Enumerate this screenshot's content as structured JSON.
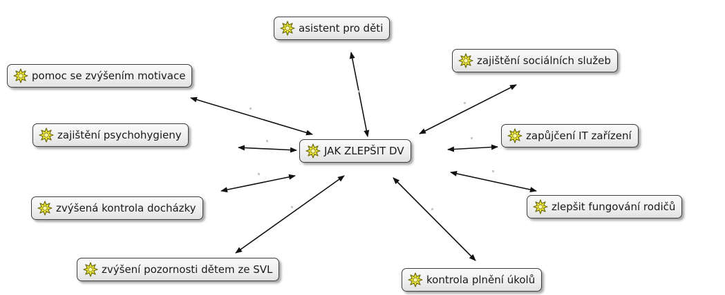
{
  "diagram": {
    "central_label": "JAK ZLEPŠIT DV",
    "nodes": [
      {
        "id": "asistent",
        "label": "asistent pro děti"
      },
      {
        "id": "socialni",
        "label": "zajištění sociálních služeb"
      },
      {
        "id": "motivace",
        "label": "pomoc se zvýšením motivace"
      },
      {
        "id": "psychohygiena",
        "label": "zajištění psychohygieny"
      },
      {
        "id": "it",
        "label": "zapůjčení IT zařízení"
      },
      {
        "id": "dochazka",
        "label": "zvýšená kontrola docházky"
      },
      {
        "id": "rodice",
        "label": "zlepšit fungování rodičů"
      },
      {
        "id": "pozornost",
        "label": "zvýšení pozornosti dětem ze SVL"
      },
      {
        "id": "ukoly",
        "label": "kontrola plnění úkolů"
      }
    ],
    "icon": "idea-sparkle-icon",
    "colors": {
      "icon_fill": "#f2ee3a",
      "icon_outline": "#6e6a10",
      "node_border": "#3c3c3c",
      "link": "#111111"
    }
  }
}
